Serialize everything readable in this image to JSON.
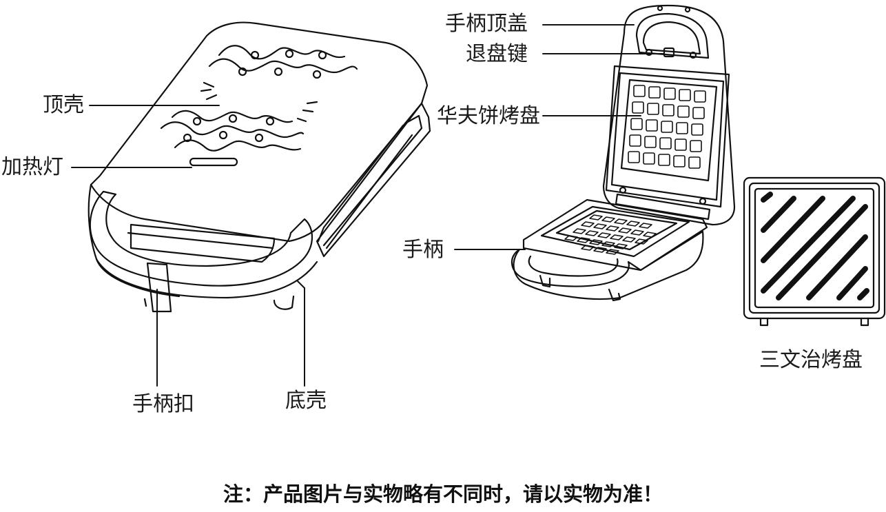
{
  "labels": {
    "top_shell": "顶壳",
    "heat_light": "加热灯",
    "handle_latch": "手柄扣",
    "bottom_shell": "底壳",
    "handle_top_cover": "手柄顶盖",
    "release_button": "退盘键",
    "waffle_plate": "华夫饼烤盘",
    "handle": "手柄",
    "sandwich_plate": "三文治烤盘"
  },
  "note": "注：产品图片与实物略有不同时，请以实物为准！"
}
